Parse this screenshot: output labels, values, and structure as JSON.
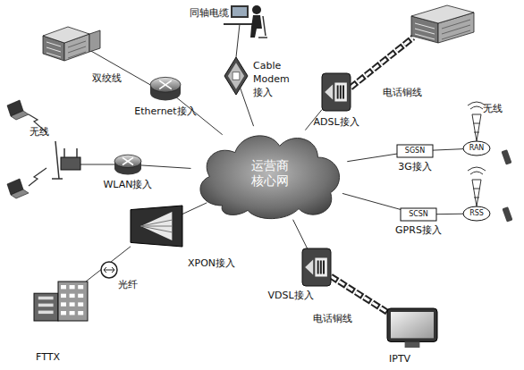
{
  "diagram": {
    "nodes": [
      {
        "text": [
          "运营商 核心网"
        ]
      },
      {
        "text": [
          "Ethernet接入"
        ]
      },
      {
        "text": [
          "Cable Modem 接入"
        ]
      },
      {
        "text": [
          "ADSL接入"
        ]
      },
      {
        "text": [
          "SGSN",
          "3G接入"
        ]
      },
      {
        "text": [
          "SCSN",
          "GPRS接入"
        ]
      },
      {
        "text": [
          "VDSL接入"
        ]
      },
      {
        "text": [
          "XPON接入"
        ]
      },
      {
        "text": [
          "WLAN接入"
        ]
      },
      {
        "text": [
          "RAN"
        ]
      },
      {
        "text": [
          "RSS"
        ]
      },
      {
        "text": [
          "FTTX"
        ]
      },
      {
        "text": [
          "IPTV"
        ]
      }
    ],
    "edges": [
      {
        "from": 0,
        "to": 1,
        "arrow": "none"
      },
      {
        "from": 0,
        "to": 2,
        "arrow": "none"
      },
      {
        "from": 0,
        "to": 3,
        "arrow": "none"
      },
      {
        "from": 0,
        "to": 4,
        "arrow": "none"
      },
      {
        "from": 0,
        "to": 5,
        "arrow": "none"
      },
      {
        "from": 0,
        "to": 6,
        "arrow": "none"
      },
      {
        "from": 0,
        "to": 7,
        "arrow": "none"
      },
      {
        "from": 0,
        "to": 8,
        "arrow": "none"
      },
      {
        "from": 4,
        "to": 9,
        "arrow": "none"
      },
      {
        "from": 5,
        "to": 10,
        "arrow": "none"
      },
      {
        "from": 7,
        "to": 11,
        "label": "光纤",
        "arrow": "none"
      },
      {
        "from": 6,
        "to": 12,
        "label": "电话铜线",
        "arrow": "none"
      }
    ],
    "labels": [
      "双绞线",
      "同轴电缆",
      "电话铜线",
      "无线",
      "无线"
    ]
  }
}
